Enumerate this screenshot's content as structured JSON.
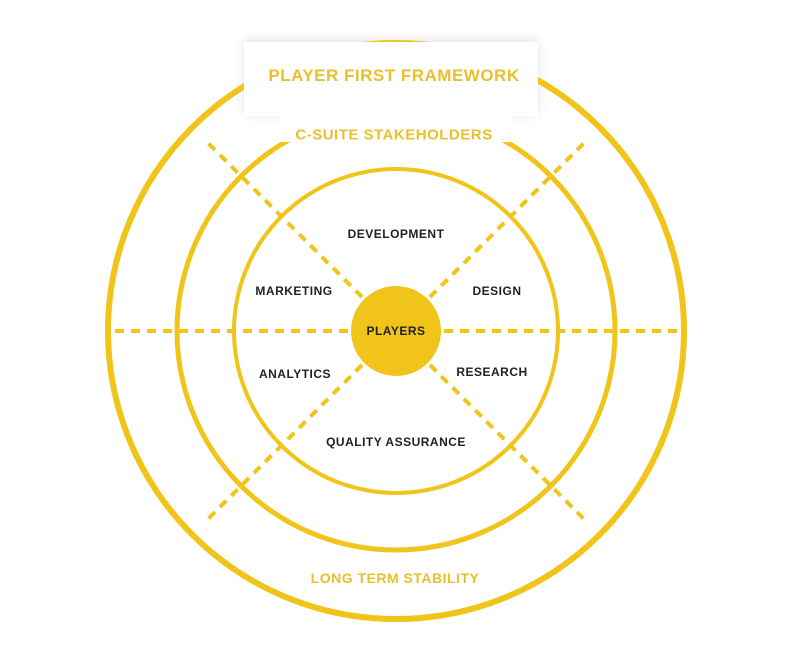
{
  "title": "PLAYER FIRST FRAMEWORK",
  "outer_ring_label": "C-SUITE STAKEHOLDERS",
  "bottom_label": "LONG TERM STABILITY",
  "center_label": "PLAYERS",
  "segments": [
    "DEVELOPMENT",
    "DESIGN",
    "RESEARCH",
    "QUALITY ASSURANCE",
    "ANALYTICS",
    "MARKETING"
  ],
  "colors": {
    "accent": "#f0c419",
    "text_dark": "#222222",
    "label_gold": "#e9bf2c"
  }
}
